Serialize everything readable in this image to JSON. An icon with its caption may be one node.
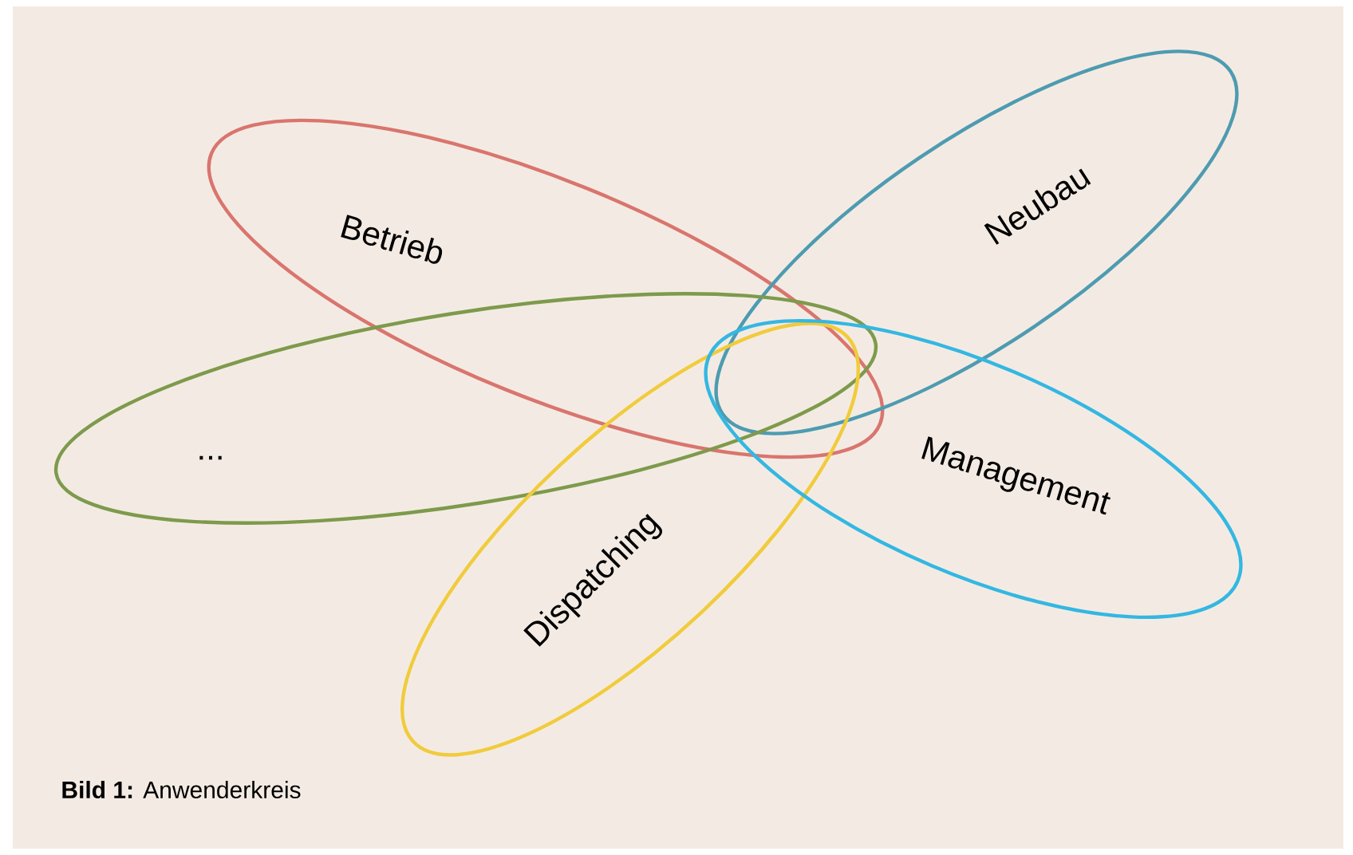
{
  "diagram": {
    "caption": "**Bild 1:** Anwenderkreis",
    "nodes": [
      {
        "text": [
          "Betrieb"
        ]
      },
      {
        "text": [
          "Neubau"
        ]
      },
      {
        "text": [
          "..."
        ]
      },
      {
        "text": [
          "Dispatching"
        ]
      },
      {
        "text": [
          "Management"
        ]
      }
    ]
  }
}
